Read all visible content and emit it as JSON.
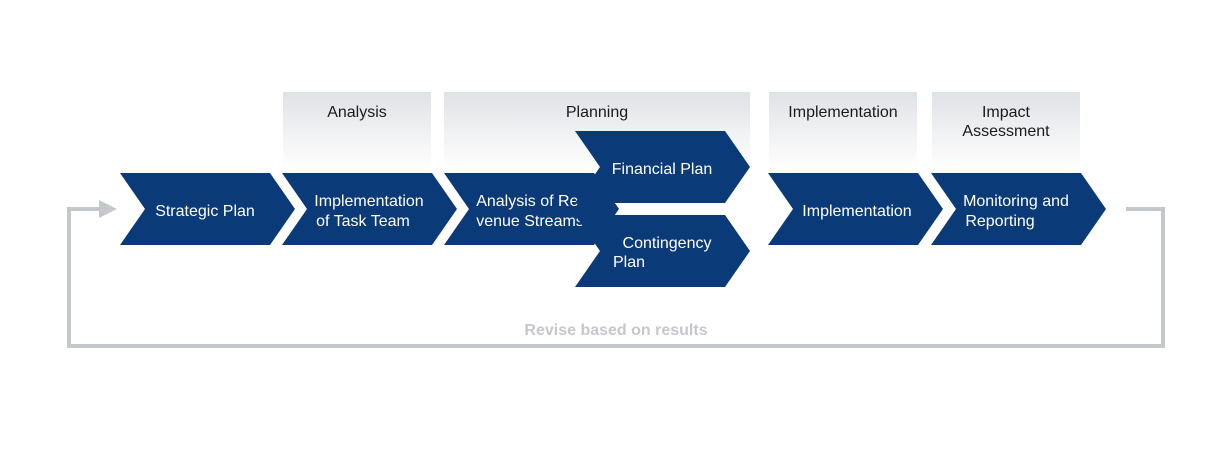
{
  "colors": {
    "chevron": "#0b3a78",
    "header_top": "#dfe2e6",
    "header_bottom": "#ffffff",
    "loop_line": "#c4c8cd",
    "loop_text": "#c4c8cd"
  },
  "phases": {
    "analysis": "Analysis",
    "planning": "Planning",
    "implementation": "Implementation",
    "impact": [
      "Impact",
      "Assessment"
    ]
  },
  "steps": {
    "strategic_plan": [
      "Strategic Plan"
    ],
    "task_team": [
      "Implementation",
      "of Task Team"
    ],
    "revenue_streams": [
      "Analysis of Re-",
      "venue Streams"
    ],
    "financial_plan": [
      "Financial Plan"
    ],
    "contingency_plan": [
      "Contingency",
      "Plan"
    ],
    "implementation": [
      "Implementation"
    ],
    "monitoring": [
      "Monitoring and",
      "Reporting"
    ]
  },
  "loop_label": "Revise based on results"
}
